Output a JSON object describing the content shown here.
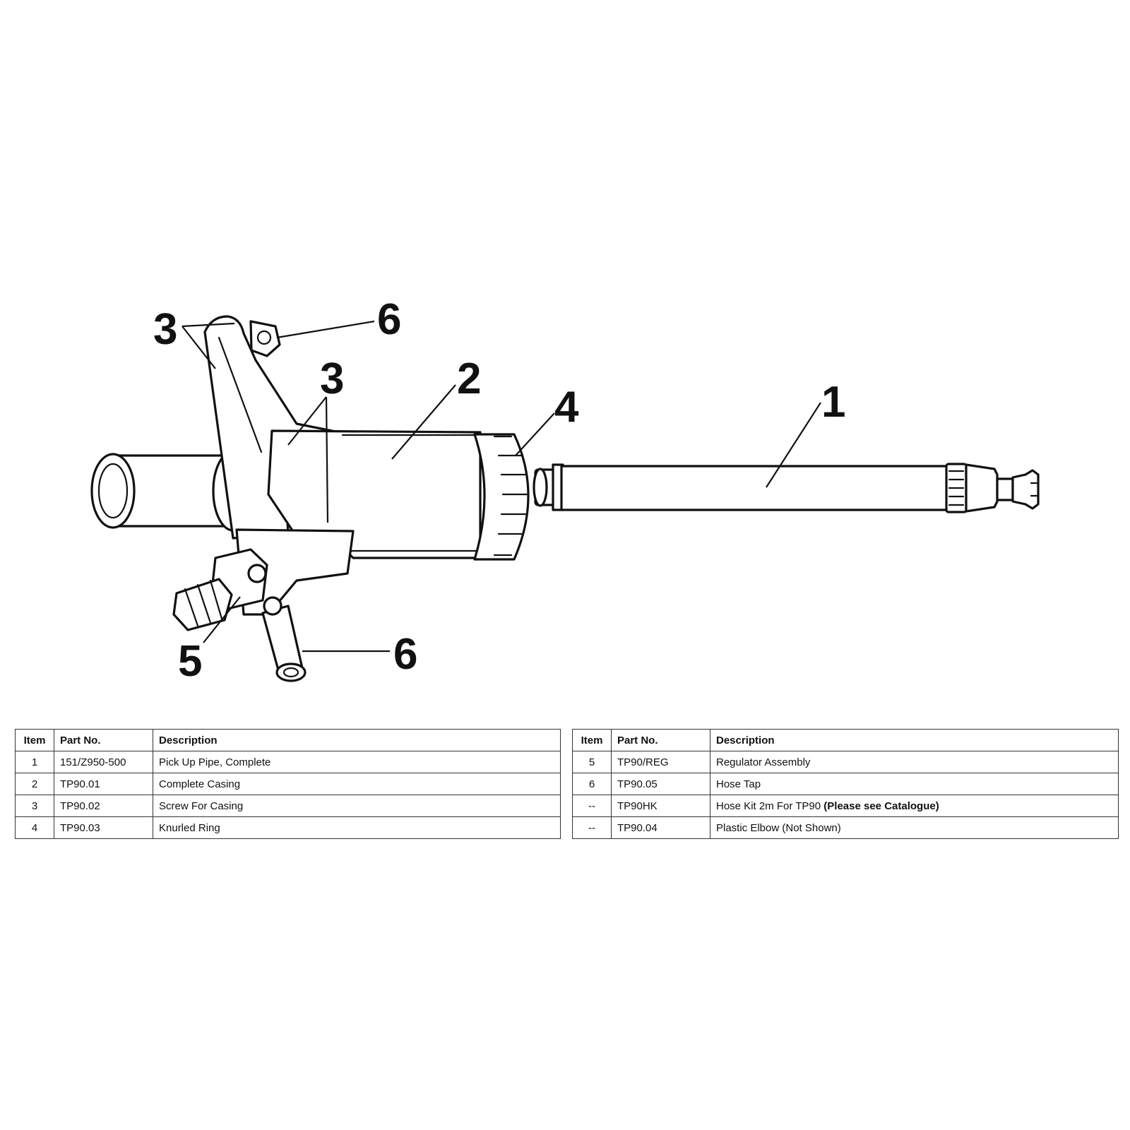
{
  "diagram": {
    "callouts": {
      "c1": "1",
      "c2": "2",
      "c3a": "3",
      "c3b": "3",
      "c4": "4",
      "c5": "5",
      "c6a": "6",
      "c6b": "6"
    }
  },
  "tables": {
    "headers": {
      "item": "Item",
      "part_no": "Part No.",
      "description": "Description"
    },
    "left_rows": [
      {
        "item": "1",
        "part_no": "151/Z950-500",
        "description": "Pick Up Pipe, Complete",
        "note": ""
      },
      {
        "item": "2",
        "part_no": "TP90.01",
        "description": "Complete Casing",
        "note": ""
      },
      {
        "item": "3",
        "part_no": "TP90.02",
        "description": "Screw For Casing",
        "note": ""
      },
      {
        "item": "4",
        "part_no": "TP90.03",
        "description": "Knurled Ring",
        "note": ""
      }
    ],
    "right_rows": [
      {
        "item": "5",
        "part_no": "TP90/REG",
        "description": "Regulator Assembly",
        "note": ""
      },
      {
        "item": "6",
        "part_no": "TP90.05",
        "description": "Hose Tap",
        "note": ""
      },
      {
        "item": "--",
        "part_no": "TP90HK",
        "description": "Hose Kit 2m For TP90",
        "note": "(Please see Catalogue)"
      },
      {
        "item": "--",
        "part_no": "TP90.04",
        "description": "Plastic Elbow (Not Shown)",
        "note": ""
      }
    ]
  }
}
